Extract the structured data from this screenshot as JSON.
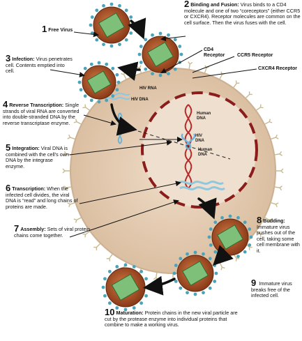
{
  "steps": [
    {
      "num": "1",
      "title": "Free Virus",
      "text": ""
    },
    {
      "num": "2",
      "title": "Binding and Fusion:",
      "text": "Virus binds to a CD4 molecule and one of two “coreceptors” (either CCR5 or CXCR4). Receptor molecules are common on the cell surface.  Then the virus fuses with the cell."
    },
    {
      "num": "3",
      "title": "Infection:",
      "text": "Virus penetrates cell.  Contents emptied into cell."
    },
    {
      "num": "4",
      "title": "Reverse Transcription:",
      "text": "Single strands of viral RNA are converted into double-stranded DNA by the reverse transcriptase enzyme."
    },
    {
      "num": "5",
      "title": "Integration:",
      "text": "Viral DNA is combined with the cell’s own DNA by the integrase enzyme."
    },
    {
      "num": "6",
      "title": "Transcription:",
      "text": "When the infected cell divides, the viral DNA is “read” and long chains of proteins are made."
    },
    {
      "num": "7",
      "title": "Assembly:",
      "text": "Sets of viral protein chains come together."
    },
    {
      "num": "8",
      "title": "Budding:",
      "text": "Immature virus pushes out of the cell, taking some cell membrane with it."
    },
    {
      "num": "9",
      "title": "",
      "text": "Immature virus breaks free of the infected cell."
    },
    {
      "num": "10",
      "title": "Maturation:",
      "text": "Protein chains in the new viral particle are cut by the protease enzyme into individual proteins that combine to make a working virus."
    }
  ],
  "receptors": {
    "cd4": "CD4 Receptor",
    "ccr5": "CCR5 Receptor",
    "cxcr4": "CXCR4 Receptor"
  },
  "inner_labels": {
    "hiv_rna": "HIV RNA",
    "hiv_dna": "HIV DNA",
    "human_dna_1": "Human DNA",
    "hiv_dna_2": "HIV DNA",
    "human_dna_2": "Human DNA"
  },
  "colors": {
    "cell": "#e3cbb3",
    "cell_border": "#d6b89c",
    "nucleus_dash": "#8a1c1c",
    "virus_core": "#b75a2c",
    "virus_spike": "#4aa3b8",
    "rna": "#8ec8e0",
    "dna_red": "#c03030",
    "arrow": "#111111"
  }
}
